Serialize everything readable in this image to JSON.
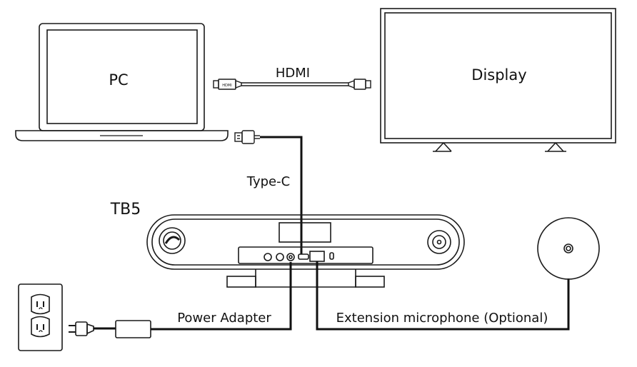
{
  "labels": {
    "pc": "PC",
    "display": "Display",
    "hdmi": "HDMI",
    "type_c": "Type-C",
    "device": "TB5",
    "power_adapter": "Power Adapter",
    "extension_mic": "Extension microphone (Optional)",
    "hdmi_plug_text": "HDMI"
  },
  "colors": {
    "stroke": "#1a1a1a",
    "cable": "#111111",
    "background": "#ffffff"
  },
  "icons": [
    "laptop-icon",
    "monitor-icon",
    "hdmi-cable-icon",
    "usb-plug-icon",
    "soundbar-device-icon",
    "wall-outlet-icon",
    "power-plug-icon",
    "power-adapter-icon",
    "microphone-puck-icon"
  ]
}
